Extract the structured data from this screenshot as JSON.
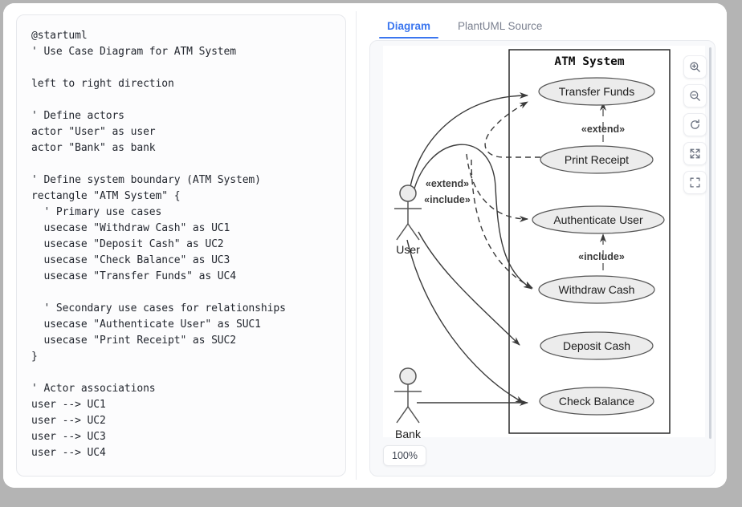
{
  "editor": {
    "code": "@startuml\n' Use Case Diagram for ATM System\n\nleft to right direction\n\n' Define actors\nactor \"User\" as user\nactor \"Bank\" as bank\n\n' Define system boundary (ATM System)\nrectangle \"ATM System\" {\n  ' Primary use cases\n  usecase \"Withdraw Cash\" as UC1\n  usecase \"Deposit Cash\" as UC2\n  usecase \"Check Balance\" as UC3\n  usecase \"Transfer Funds\" as UC4\n\n  ' Secondary use cases for relationships\n  usecase \"Authenticate User\" as SUC1\n  usecase \"Print Receipt\" as SUC2\n}\n\n' Actor associations\nuser --> UC1\nuser --> UC2\nuser --> UC3\nuser --> UC4"
  },
  "preview": {
    "tabs": [
      {
        "label": "Diagram",
        "active": true
      },
      {
        "label": "PlantUML Source",
        "active": false
      }
    ],
    "zoom_level": "100%",
    "toolbar": [
      {
        "name": "zoom-in-icon",
        "title": "Zoom in"
      },
      {
        "name": "zoom-out-icon",
        "title": "Zoom out"
      },
      {
        "name": "reset-icon",
        "title": "Reset"
      },
      {
        "name": "fit-screen-icon",
        "title": "Fit to screen"
      },
      {
        "name": "fullscreen-icon",
        "title": "Fullscreen"
      }
    ]
  },
  "diagram": {
    "type": "uml-use-case",
    "boundary_title": "ATM System",
    "actors": [
      {
        "id": "user",
        "label": "User"
      },
      {
        "id": "bank",
        "label": "Bank"
      }
    ],
    "use_cases": [
      {
        "id": "UC4",
        "label": "Transfer Funds"
      },
      {
        "id": "SUC2",
        "label": "Print Receipt"
      },
      {
        "id": "SUC1",
        "label": "Authenticate User"
      },
      {
        "id": "UC1",
        "label": "Withdraw Cash"
      },
      {
        "id": "UC2",
        "label": "Deposit Cash"
      },
      {
        "id": "UC3",
        "label": "Check Balance"
      }
    ],
    "stereotypes": [
      {
        "label": "«extend»",
        "between": "Print Receipt -> Transfer Funds"
      },
      {
        "label": "«extend»",
        "between": "User area left"
      },
      {
        "label": "«include»",
        "between": "User area left"
      },
      {
        "label": "«include»",
        "between": "Withdraw Cash -> Authenticate User"
      }
    ],
    "colors": {
      "ellipse_fill": "#ececec",
      "ellipse_stroke": "#555555",
      "line": "#3b3b3b"
    }
  }
}
